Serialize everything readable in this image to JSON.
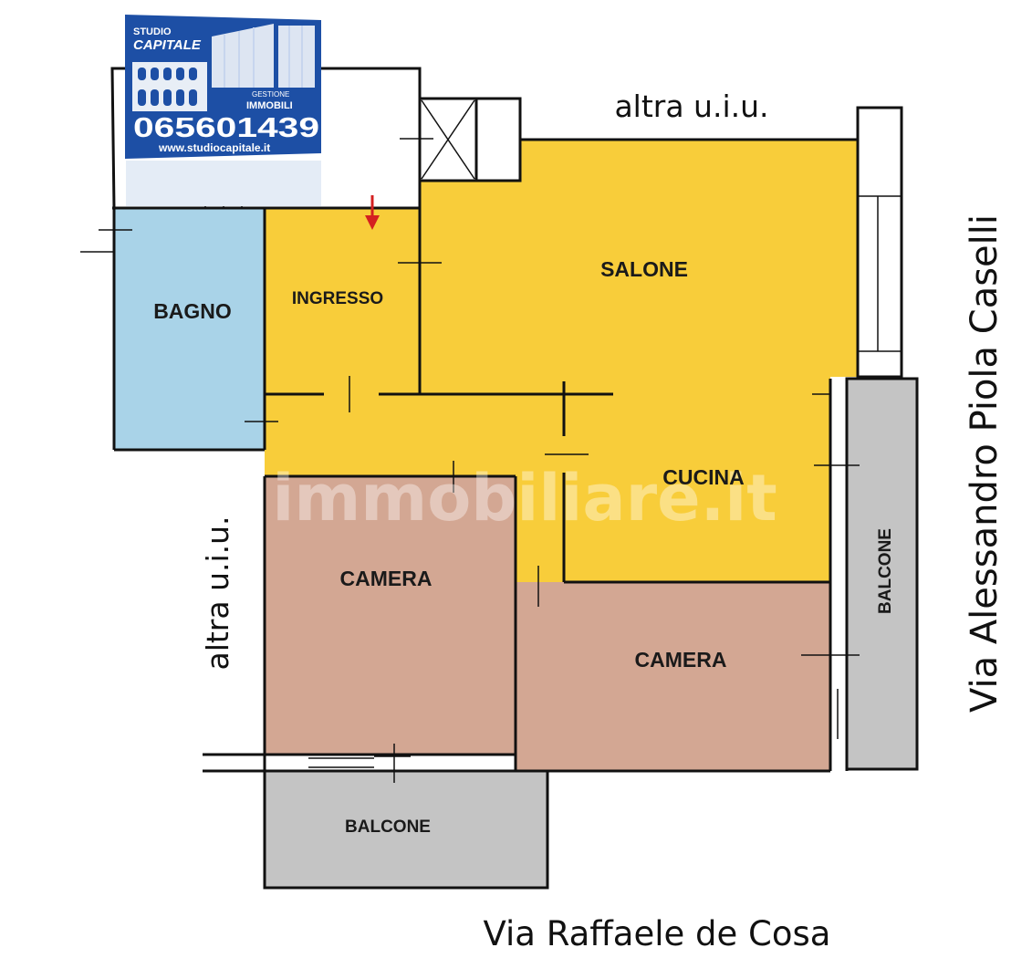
{
  "logo": {
    "line1": "STUDIO",
    "line2": "CAPITALE",
    "badge": "GESTIONE",
    "badge2": "IMMOBILI",
    "phone": "065601439",
    "website": "www.studiocapitale.it"
  },
  "watermark": "immobiliare.it",
  "rooms": {
    "bagno": "BAGNO",
    "ingresso": "INGRESSO",
    "salone": "SALONE",
    "cucina": "CUCINA",
    "camera_left": "CAMERA",
    "camera_right": "CAMERA",
    "balcone_bottom": "BALCONE",
    "balcone_right": "BALCONE"
  },
  "labels": {
    "top_neighbor": "altra u.i.u.",
    "left_neighbor": "altra u.i.u.",
    "street_right": "Via Alessandro Piola Caselli",
    "street_bottom": "Via Raffaele de Cosa"
  },
  "colors": {
    "yellow": "#f8cd3a",
    "blue": "#a9d3e8",
    "brown": "#d3a793",
    "grey": "#c4c4c4",
    "logo_blue": "#1d4fa5"
  }
}
